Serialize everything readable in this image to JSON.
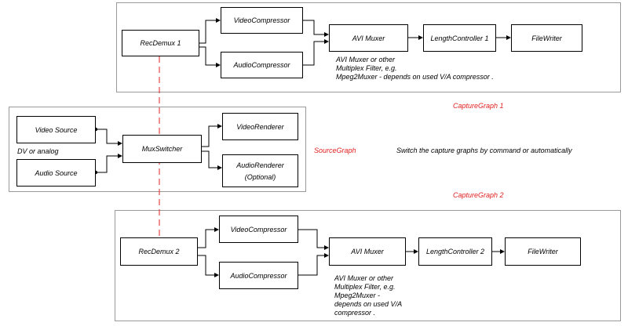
{
  "capture1": {
    "recdemux": "RecDemux 1",
    "video_compressor": "VideoCompressor",
    "audio_compressor": "AudioCompressor",
    "avi_muxer": "AVI Muxer",
    "length_controller": "LengthController 1",
    "file_writer": "FileWriter",
    "note": [
      "AVI Muxer or other",
      "Multiplex Filter, e.g.",
      "Mpeg2Muxer - depends on used V/A compressor ."
    ],
    "label": "CaptureGraph 1"
  },
  "source": {
    "video_source": "Video Source",
    "dv_note": "DV or analog",
    "audio_source": "Audio Source",
    "mux_switcher": "MuxSwitcher",
    "video_renderer": "VideoRenderer",
    "audio_renderer": "AudioRenderer",
    "audio_renderer_note": "(Optional)",
    "label": "SourceGraph"
  },
  "switch_note": "Switch the capture graphs by command or automatically",
  "capture2": {
    "label": "CaptureGraph 2",
    "recdemux": "RecDemux 2",
    "video_compressor": "VideoCompressor",
    "audio_compressor": "AudioCompressor",
    "avi_muxer": "AVI Muxer",
    "length_controller": "LengthController 2",
    "file_writer": "FileWriter",
    "note": [
      "AVI Muxer or other",
      "Multiplex Filter, e.g.",
      "Mpeg2Muxer -",
      "depends on used V/A",
      "compressor ."
    ]
  },
  "colors": {
    "frame": "#9a9a9a",
    "label_red": "#e02020",
    "link_dash": "#e02020"
  }
}
